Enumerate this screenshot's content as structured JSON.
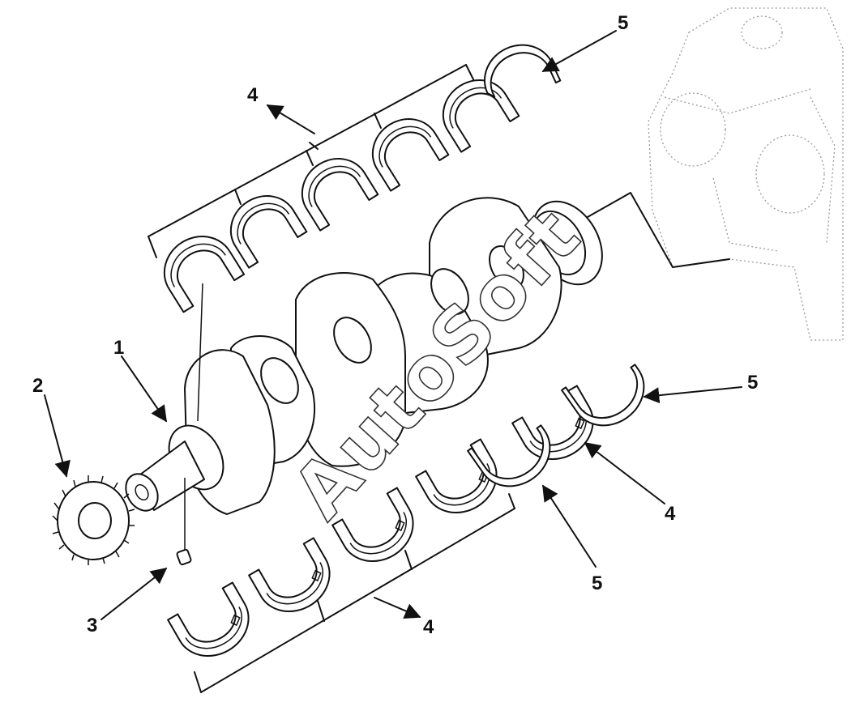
{
  "watermark": {
    "text": "AutoSoft"
  },
  "callouts": {
    "c1": "1",
    "c2": "2",
    "c3": "3",
    "c4_top": "4",
    "c4_right": "4",
    "c4_bottom": "4",
    "c5_top": "5",
    "c5_right": "5",
    "c5_bottom": "5"
  }
}
